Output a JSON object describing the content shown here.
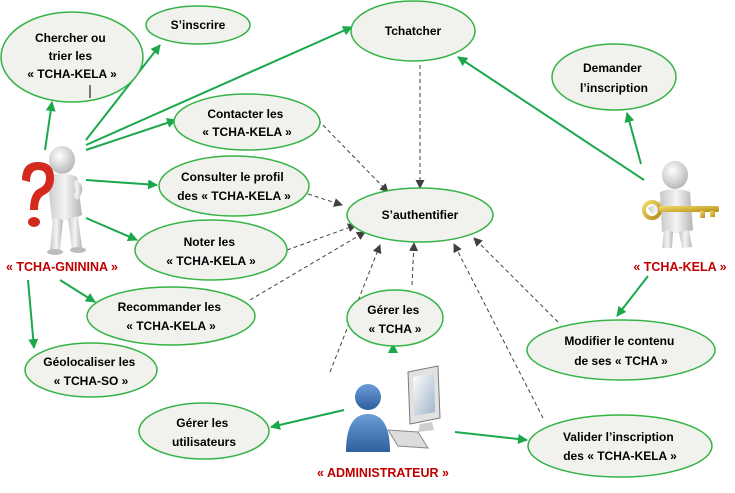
{
  "colors": {
    "ellipse_fill": "#f1f2ee",
    "ellipse_stroke": "#35b445",
    "solid_arrow": "#1aa84b",
    "dashed_arrow": "#404040",
    "actor_label": "#c00000"
  },
  "actors": {
    "client": {
      "label": "« TCHA-GNININA »",
      "icon": "question-mark-person-icon"
    },
    "provider": {
      "label": "« TCHA-KELA »",
      "icon": "person-with-key-icon"
    },
    "admin": {
      "label": "« ADMINISTRATEUR »",
      "icon": "user-computer-icon"
    }
  },
  "use_cases": {
    "search": [
      "Chercher ou",
      "trier les",
      "« TCHA-KELA »"
    ],
    "signup": [
      "S’inscrire"
    ],
    "chat": [
      "Tchatcher"
    ],
    "request": [
      "Demander",
      "l’inscription"
    ],
    "contact": [
      "Contacter les",
      "« TCHA-KELA »"
    ],
    "consult": [
      "Consulter le profil",
      "des « TCHA-KELA »"
    ],
    "auth": [
      "S’authentifier"
    ],
    "rate": [
      "Noter les",
      "« TCHA-KELA »"
    ],
    "recommend": [
      "Recommander les",
      "« TCHA-KELA »"
    ],
    "manage_tcha": [
      "Gérer les",
      "« TCHA »"
    ],
    "modify": [
      "Modifier le contenu",
      "de ses « TCHA »"
    ],
    "geoloc": [
      "Géolocaliser les",
      "« TCHA-SO »"
    ],
    "manage_users": [
      "Gérer les",
      "utilisateurs"
    ],
    "validate": [
      "Valider l’inscription",
      "des « TCHA-KELA »"
    ]
  }
}
